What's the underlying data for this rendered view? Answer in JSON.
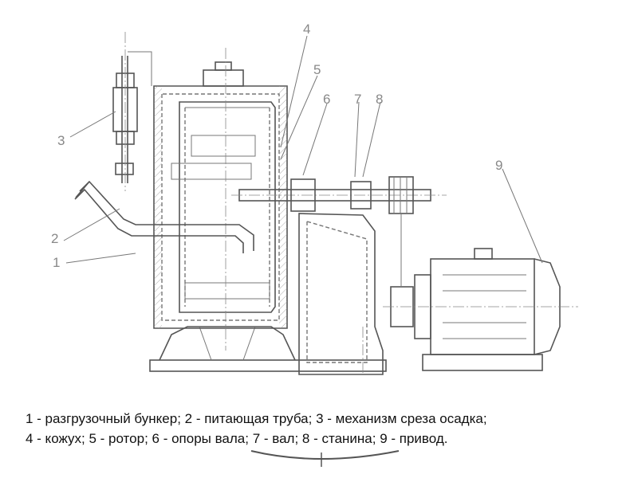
{
  "callouts": [
    "1",
    "2",
    "3",
    "4",
    "5",
    "6",
    "7",
    "8",
    "9"
  ],
  "caption": {
    "line1": "1 - разгрузочный бункер; 2 - питающая труба; 3 - механизм среза осадка;",
    "line2": "4 - кожух; 5 - ротор; 6 - опоры вала; 7 - вал; 8 - станина; 9 - привод."
  }
}
